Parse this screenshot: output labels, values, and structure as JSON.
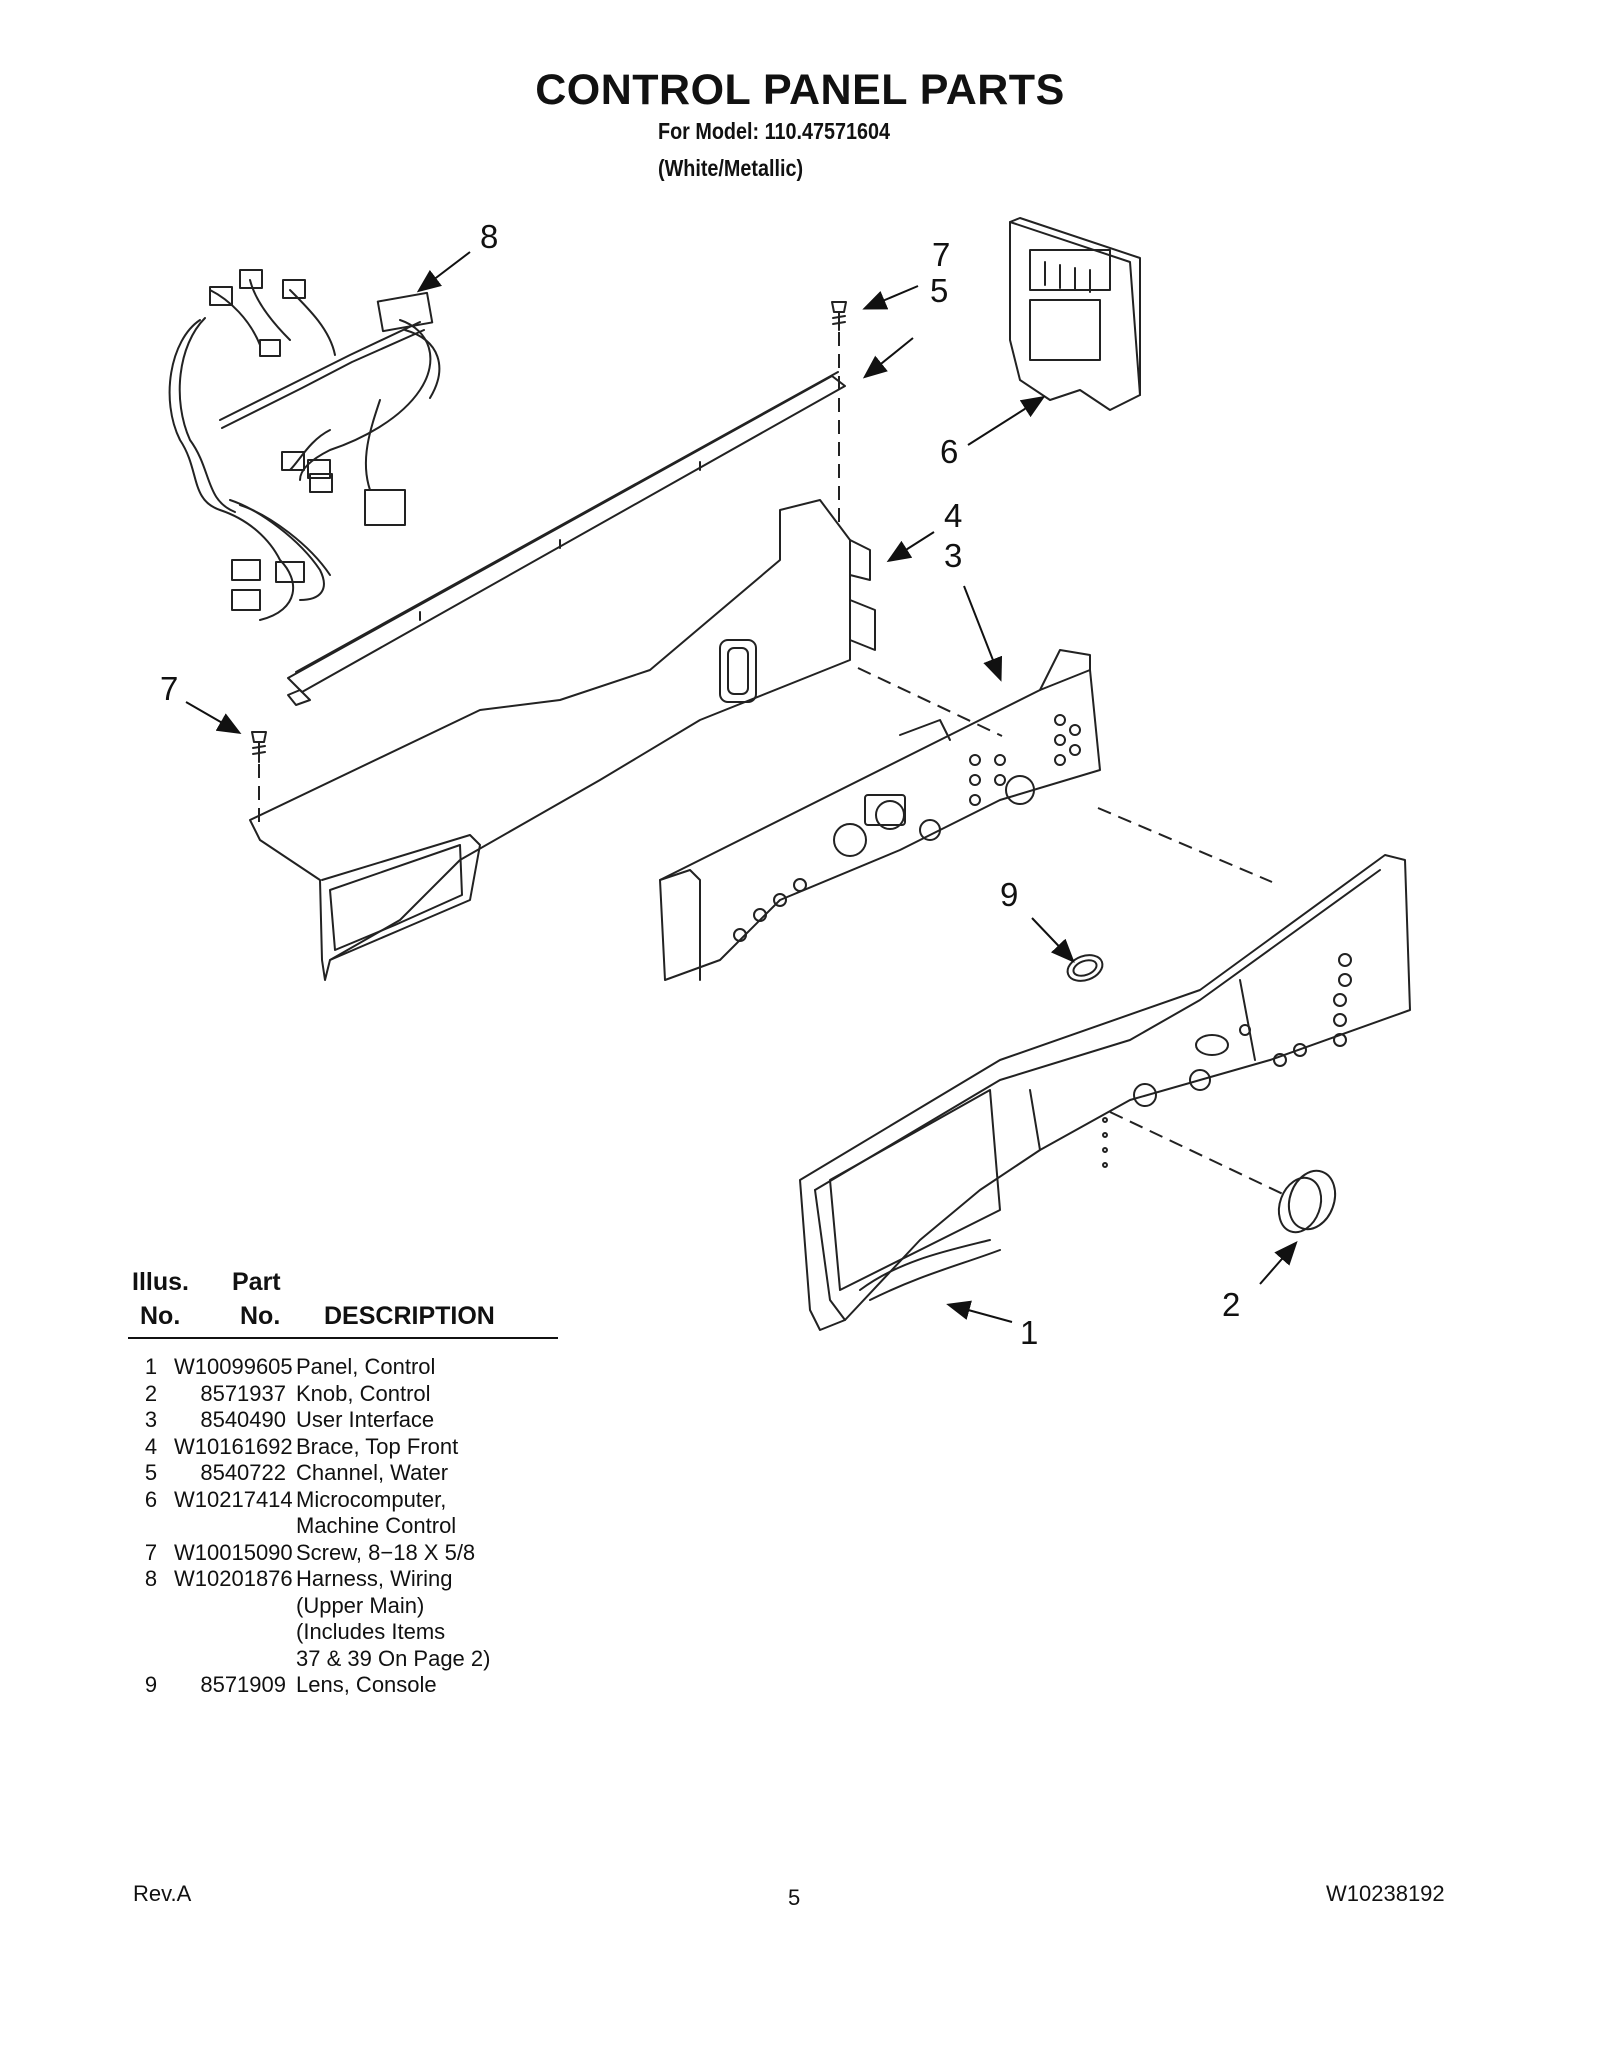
{
  "page": {
    "title": "CONTROL PANEL PARTS",
    "model_line": "For Model: 110.47571604",
    "finish_line": "(White/Metallic)"
  },
  "callouts": [
    "8",
    "7",
    "5",
    "6",
    "4",
    "3",
    "7",
    "9",
    "2",
    "1"
  ],
  "parts_table": {
    "header_illus_1": "Illus.",
    "header_illus_2": "No.",
    "header_part_1": "Part",
    "header_part_2": "No.",
    "header_desc": "DESCRIPTION",
    "rows": [
      {
        "illus": "1",
        "part": "W10099605",
        "desc": [
          "Panel, Control"
        ]
      },
      {
        "illus": "2",
        "part": "8571937",
        "desc": [
          "Knob, Control"
        ]
      },
      {
        "illus": "3",
        "part": "8540490",
        "desc": [
          "User Interface"
        ]
      },
      {
        "illus": "4",
        "part": "W10161692",
        "desc": [
          "Brace, Top Front"
        ]
      },
      {
        "illus": "5",
        "part": "8540722",
        "desc": [
          "Channel, Water"
        ]
      },
      {
        "illus": "6",
        "part": "W10217414",
        "desc": [
          "Microcomputer,",
          "Machine Control"
        ]
      },
      {
        "illus": "7",
        "part": "W10015090",
        "desc": [
          "Screw, 8−18 X 5/8"
        ]
      },
      {
        "illus": "8",
        "part": "W10201876",
        "desc": [
          "Harness, Wiring",
          "(Upper Main)",
          "(Includes Items",
          "37 & 39 On Page 2)"
        ]
      },
      {
        "illus": "9",
        "part": "8571909",
        "desc": [
          "Lens, Console"
        ]
      }
    ]
  },
  "footer": {
    "revision": "Rev.A",
    "page_number": "5",
    "doc_number": "W10238192"
  }
}
